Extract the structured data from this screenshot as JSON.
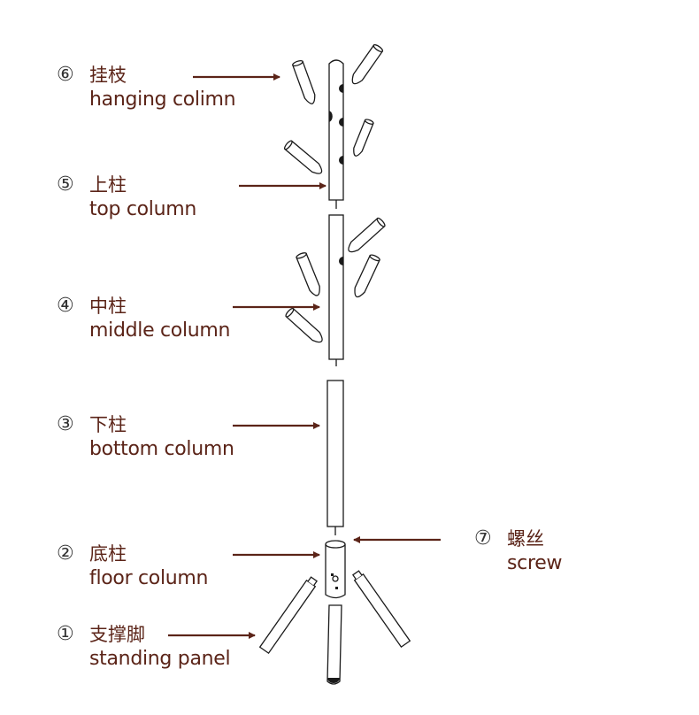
{
  "parts": [
    {
      "id": "hanging-column",
      "num": "⑥",
      "cn": "挂枝",
      "en": "hanging colimn"
    },
    {
      "id": "top-column",
      "num": "⑤",
      "cn": "上柱",
      "en": "top column"
    },
    {
      "id": "middle-column",
      "num": "④",
      "cn": "中柱",
      "en": "middle column"
    },
    {
      "id": "bottom-column",
      "num": "③",
      "cn": "下柱",
      "en": "bottom column"
    },
    {
      "id": "floor-column",
      "num": "②",
      "cn": "底柱",
      "en": "floor column"
    },
    {
      "id": "standing-panel",
      "num": "①",
      "cn": "支撑脚",
      "en": "standing panel"
    },
    {
      "id": "screw",
      "num": "⑦",
      "cn": "螺丝",
      "en": "screw"
    }
  ],
  "colors": {
    "text": "#5b2418",
    "arrow": "#5b2418",
    "line": "#1a1a1a",
    "dot": "#1a1a1a"
  }
}
